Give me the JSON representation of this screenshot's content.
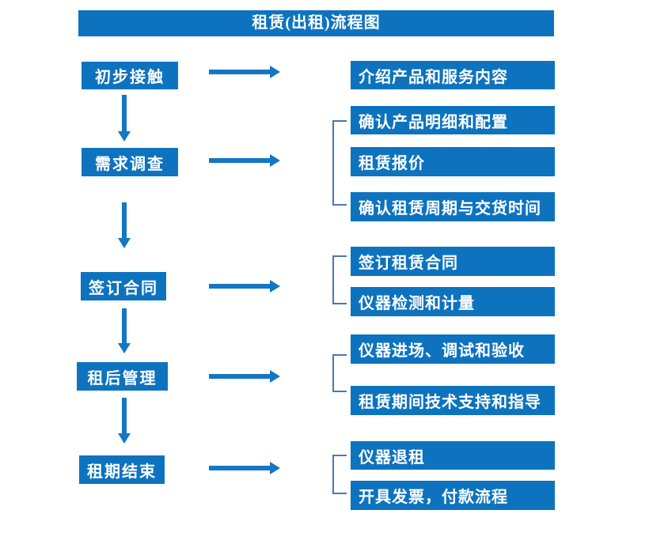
{
  "title": "租赁(出租)流程图",
  "colors": {
    "box_blue": "#0e73bf",
    "arrow_blue": "#1576c4",
    "bracket_blue": "#4a77b8",
    "text_white": "#ffffff"
  },
  "left_steps": [
    {
      "label": "初步接触"
    },
    {
      "label": "需求调查"
    },
    {
      "label": "签订合同"
    },
    {
      "label": "租后管理"
    },
    {
      "label": "租期结束"
    }
  ],
  "right_boxes": [
    {
      "label": "介绍产品和服务内容"
    },
    {
      "label": "确认产品明细和配置"
    },
    {
      "label": "租赁报价"
    },
    {
      "label": "确认租赁周期与交货时间"
    },
    {
      "label": "签订租赁合同"
    },
    {
      "label": "仪器检测和计量"
    },
    {
      "label": "仪器进场、调试和验收"
    },
    {
      "label": "租赁期间技术支持和指导"
    },
    {
      "label": "仪器退租"
    },
    {
      "label": "开具发票，付款流程"
    }
  ]
}
